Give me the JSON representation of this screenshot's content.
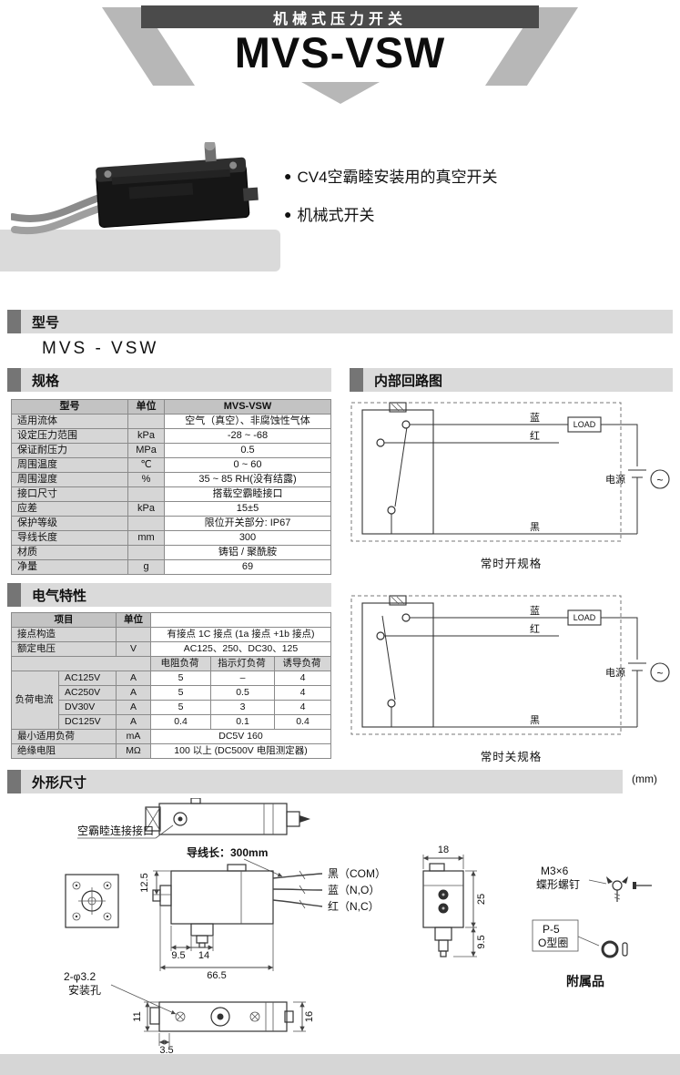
{
  "header": {
    "banner": "机械式压力开关",
    "title": "MVS-VSW"
  },
  "intro": {
    "bullets": [
      {
        "bullet": "●",
        "text": "CV4空霸睦安装用的真空开关"
      },
      {
        "bullet": "●",
        "text": "机械式开关"
      }
    ]
  },
  "model_section": {
    "title": "型号",
    "value": "MVS - VSW"
  },
  "spec_section": {
    "title": "规格",
    "table": {
      "header": {
        "model": "型号",
        "unit": "单位",
        "value": "MVS-VSW"
      },
      "rows": [
        {
          "label": "适用流体",
          "unit": "",
          "value": "空气（真空）、非腐蚀性气体"
        },
        {
          "label": "设定压力范围",
          "unit": "kPa",
          "value": "-28 ~ -68"
        },
        {
          "label": "保证耐压力",
          "unit": "MPa",
          "value": "0.5"
        },
        {
          "label": "周围温度",
          "unit": "℃",
          "value": "0 ~ 60"
        },
        {
          "label": "周围湿度",
          "unit": "%",
          "value": "35 ~ 85  RH(没有结露)"
        },
        {
          "label": "接口尺寸",
          "unit": "",
          "value": "搭载空霸睦接口"
        },
        {
          "label": "应差",
          "unit": "kPa",
          "value": "15±5"
        },
        {
          "label": "保护等级",
          "unit": "",
          "value": "限位开关部分: IP67"
        },
        {
          "label": "导线长度",
          "unit": "mm",
          "value": "300"
        },
        {
          "label": "材质",
          "unit": "",
          "value": "铸铝 / 聚酰胺"
        },
        {
          "label": "净量",
          "unit": "g",
          "value": "69"
        }
      ]
    }
  },
  "circuit_section": {
    "title": "内部回路图",
    "diagrams": [
      {
        "caption": "常时开规格",
        "blue": "蓝",
        "red": "红",
        "black": "黑",
        "load": "LOAD",
        "power": "电源",
        "ac": "~"
      },
      {
        "caption": "常时关规格",
        "blue": "蓝",
        "red": "红",
        "black": "黑",
        "load": "LOAD",
        "power": "电源",
        "ac": "~"
      }
    ]
  },
  "electrical_section": {
    "title": "电气特性",
    "table": {
      "col_item": "项目",
      "col_unit": "单位",
      "contact_row": {
        "label": "接点构造",
        "unit": "",
        "value": "有接点 1C 接点 (1a 接点 +1b 接点)"
      },
      "voltage_row": {
        "label": "额定电压",
        "unit": "V",
        "value": "AC125、250、DC30、125"
      },
      "load_header": {
        "c1": "电阻负荷",
        "c2": "指示灯负荷",
        "c3": "诱导负荷"
      },
      "load_label": "负荷电流",
      "load_rows": [
        {
          "label": "AC125V",
          "unit": "A",
          "v1": "5",
          "v2": "–",
          "v3": "4"
        },
        {
          "label": "AC250V",
          "unit": "A",
          "v1": "5",
          "v2": "0.5",
          "v3": "4"
        },
        {
          "label": "DV30V",
          "unit": "A",
          "v1": "5",
          "v2": "3",
          "v3": "4"
        },
        {
          "label": "DC125V",
          "unit": "A",
          "v1": "0.4",
          "v2": "0.1",
          "v3": "0.4"
        }
      ],
      "min_load_row": {
        "label": "最小适用负荷",
        "unit": "mA",
        "value": "DC5V 160"
      },
      "insulation_row": {
        "label": "绝缘电阻",
        "unit": "MΩ",
        "value": "100 以上 (DC500V 电阻测定器)"
      }
    }
  },
  "dimensions_section": {
    "title": "外形尺寸",
    "unit_note": "(mm)",
    "labels": {
      "connector": "空霸睦连接接口",
      "lead": "导线长：300mm",
      "wire_black": "黑（COM）",
      "wire_blue": "蓝（N,O）",
      "wire_red": "红（N,C）",
      "hole_line1": "2-φ3.2",
      "hole_line2": "安装孔",
      "screw_line1": "M3×6",
      "screw_line2": "蝶形螺钉",
      "oring_line1": "P-5",
      "oring_line2": "O型圈",
      "accessory": "附属品"
    },
    "dims": {
      "h12_5": "12.5",
      "w9_5": "9.5",
      "w14": "14",
      "w66_5": "66.5",
      "h11": "11",
      "h16": "16",
      "w3_5": "3.5",
      "w18": "18",
      "h25": "25",
      "h9_5": "9.5"
    }
  }
}
